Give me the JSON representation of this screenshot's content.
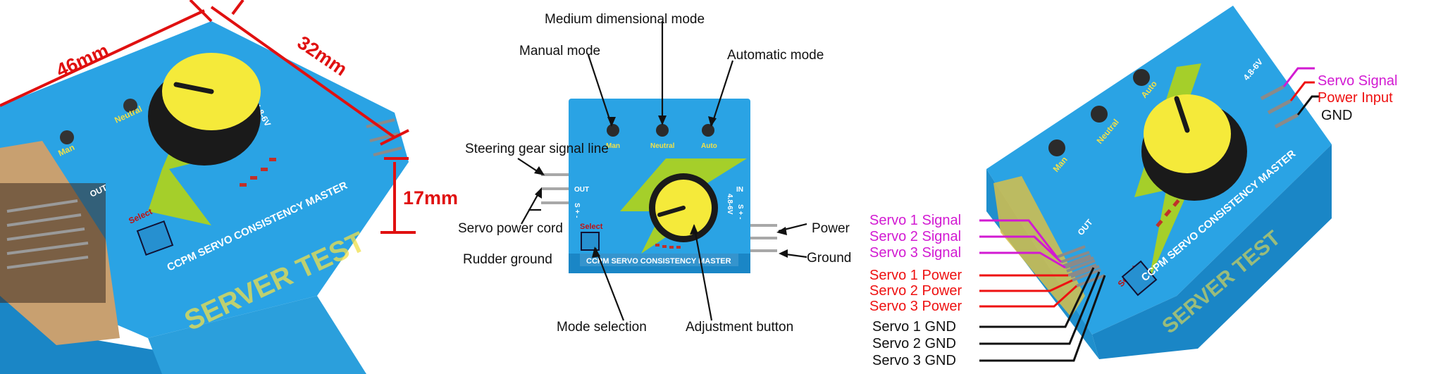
{
  "colors": {
    "case_blue": "#2aa3e4",
    "case_blue_dark": "#1a86c6",
    "knob_yellow": "#f5ea3a",
    "bolt_green": "#a5cf2a",
    "dimension_red": "#e01010",
    "signal_magenta": "#d21ad2",
    "power_red": "#ee1111",
    "ground_black": "#111111"
  },
  "left_view": {
    "dimensions": {
      "length": "46mm",
      "width": "32mm",
      "height": "17mm"
    },
    "printed": {
      "led_man": "Man",
      "led_neutral": "Neutral",
      "voltage": "4.8-6V",
      "out": "OUT",
      "select": "Select",
      "brand": "CCPM SERVO CONSISTENCY MASTER",
      "product": "SERVER TEST"
    }
  },
  "front_view": {
    "labels": {
      "medium_mode": "Medium dimensional mode",
      "manual_mode": "Manual mode",
      "automatic_mode": "Automatic mode",
      "steering_signal": "Steering gear signal line",
      "servo_power": "Servo power cord",
      "rudder_ground": "Rudder ground",
      "power": "Power",
      "ground": "Ground",
      "mode_selection": "Mode selection",
      "adjustment_button": "Adjustment button"
    },
    "printed": {
      "led_man": "Man",
      "led_neutral": "Neutral",
      "led_auto": "Auto",
      "out": "OUT",
      "out_pins": "S + -",
      "in": "IN",
      "voltage": "4.8-6V",
      "in_pins": "S + -",
      "select": "Select",
      "brand": "CCPM SERVO CONSISTENCY MASTER"
    }
  },
  "right_view": {
    "input_pins": [
      {
        "label": "Servo Signal",
        "kind": "signal"
      },
      {
        "label": "Power Input",
        "kind": "power"
      },
      {
        "label": "GND",
        "kind": "ground"
      }
    ],
    "output_pins": [
      {
        "label": "Servo 1 Signal",
        "kind": "signal"
      },
      {
        "label": "Servo 2 Signal",
        "kind": "signal"
      },
      {
        "label": "Servo 3 Signal",
        "kind": "signal"
      },
      {
        "label": "Servo 1 Power",
        "kind": "power"
      },
      {
        "label": "Servo 2 Power",
        "kind": "power"
      },
      {
        "label": "Servo 3 Power",
        "kind": "power"
      },
      {
        "label": "Servo 1 GND",
        "kind": "ground"
      },
      {
        "label": "Servo 2 GND",
        "kind": "ground"
      },
      {
        "label": "Servo 3 GND",
        "kind": "ground"
      }
    ],
    "printed": {
      "led_man": "Man",
      "led_neutral": "Neutral",
      "led_auto": "Auto",
      "voltage": "4.8-6V",
      "out": "OUT",
      "select": "Select",
      "brand": "CCPM SERVO CONSISTENCY MASTER",
      "product": "SERVER TEST"
    }
  }
}
